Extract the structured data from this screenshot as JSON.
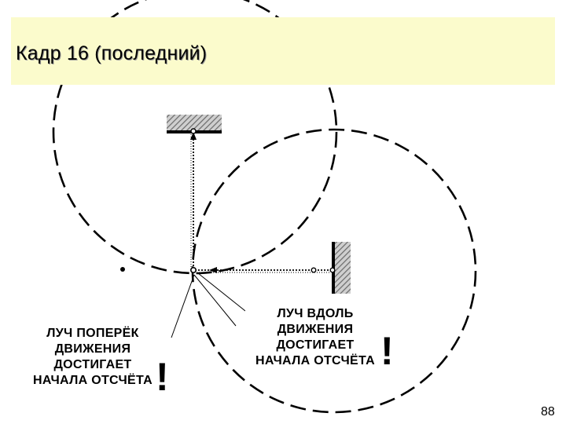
{
  "slide": {
    "title": "Кадр 16 (последний)",
    "page_number": "88"
  },
  "callouts": {
    "perpendicular": {
      "lines": [
        "ЛУЧ ПОПЕРЁК",
        "ДВИЖЕНИЯ",
        "ДОСТИГАЕТ",
        "НАЧАЛА ОТСЧЁТА"
      ],
      "mark": "!"
    },
    "along": {
      "lines": [
        "ЛУЧ ВДОЛЬ",
        "ДВИЖЕНИЯ",
        "ДОСТИГАЕТ",
        "НАЧАЛА ОТСЧЁТА"
      ],
      "mark": "!"
    }
  },
  "colors": {
    "title_band": "#fbfbcc",
    "ink": "#000000",
    "hatch": "#7a7a7a"
  }
}
